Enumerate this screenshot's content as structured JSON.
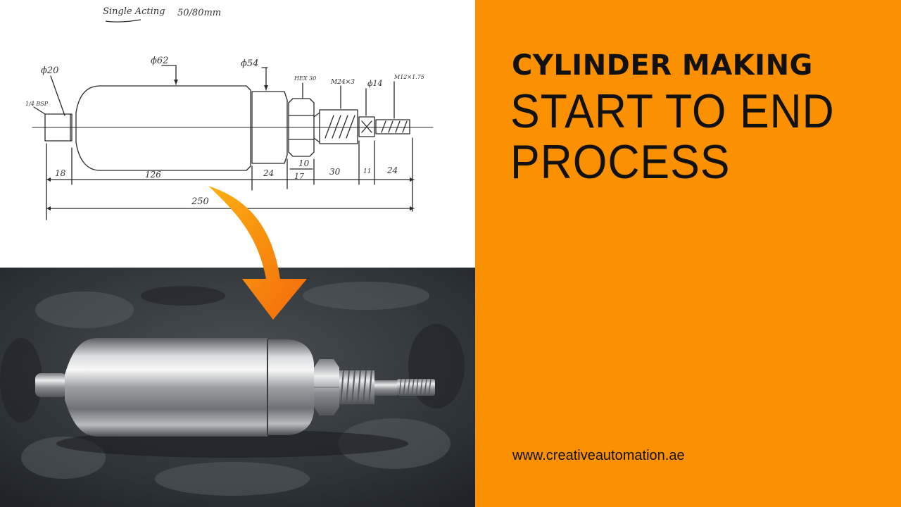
{
  "title": {
    "line1": "CYLINDER MAKING",
    "line2": "START TO END",
    "line3": "PROCESS"
  },
  "website": "www.creativeautomation.ae",
  "drawing": {
    "header": "Single Acting",
    "stroke": "50/80mm",
    "dia_tail": "ϕ20",
    "thread_tail": "1/4 BSP",
    "dia_body": "ϕ62",
    "dia_cap": "ϕ54",
    "hex": "HEX 30",
    "thread_main": "M24×3",
    "dia_neck": "ϕ14",
    "thread_tip": "M12×1.75",
    "dim_tail": "18",
    "dim_body": "126",
    "dim_cap": "24",
    "dim_hex": "10",
    "dim_hexgap": "17",
    "dim_thread": "30",
    "dim_neck": "11",
    "dim_tip": "24",
    "dim_total": "250"
  },
  "colors": {
    "accent": "#fb9100",
    "text": "#111111",
    "arrow_start": "#fcb010",
    "arrow_end": "#f36a0c",
    "photo_background": "#2f3337"
  }
}
